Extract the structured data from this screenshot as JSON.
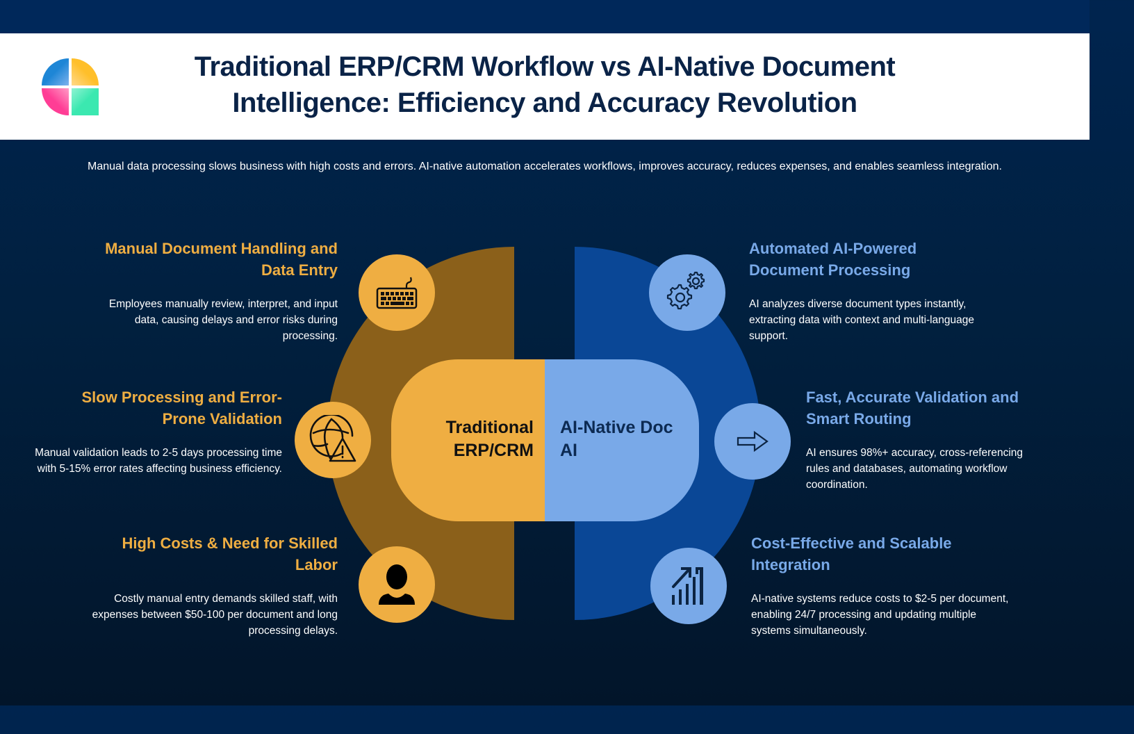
{
  "header": {
    "title_line1": "Traditional ERP/CRM Workflow vs AI-Native Document",
    "title_line2": "Intelligence: Efficiency and Accuracy Revolution",
    "logo_icon": "four-quadrant-logo-icon"
  },
  "subtitle": "Manual data processing slows business with high costs and errors. AI-native automation accelerates workflows, improves accuracy, reduces expenses, and enables seamless integration.",
  "center": {
    "left_label_line1": "Traditional",
    "left_label_line2": "ERP/CRM",
    "right_label_line1": "AI-Native Doc",
    "right_label_line2": "AI"
  },
  "colors": {
    "navy": "#00285a",
    "gold": "#efae42",
    "dark_gold": "#8b601a",
    "light_blue": "#79a9e8",
    "royal_blue": "#0a4796",
    "title_text": "#0a2347"
  },
  "traditional": [
    {
      "title_line1": "Manual Document Handling and",
      "title_line2": "Data Entry",
      "description": "Employees manually review, interpret, and input data, causing delays and error risks during processing.",
      "icon": "keyboard-icon"
    },
    {
      "title_line1": "Slow Processing and Error-",
      "title_line2": "Prone Validation",
      "description": "Manual validation leads to 2-5 days processing time with 5-15% error rates affecting business efficiency.",
      "icon": "globe-warning-icon"
    },
    {
      "title_line1": "High Costs & Need for Skilled",
      "title_line2": "Labor",
      "description": "Costly manual entry demands skilled staff, with expenses between $50-100 per document and long processing delays.",
      "icon": "person-icon"
    }
  ],
  "ai_native": [
    {
      "title_line1": "Automated AI-Powered",
      "title_line2": "Document Processing",
      "description": "AI analyzes diverse document types instantly, extracting data with context and multi-language support.",
      "icon": "gears-icon"
    },
    {
      "title_line1": "Fast, Accurate Validation and",
      "title_line2": "Smart Routing",
      "description": "AI ensures 98%+ accuracy, cross-referencing rules and databases, automating workflow coordination.",
      "icon": "arrow-right-icon"
    },
    {
      "title_line1": "Cost-Effective and Scalable",
      "title_line2": "Integration",
      "description": "AI-native systems reduce costs to $2-5 per document, enabling 24/7 processing and updating multiple systems simultaneously.",
      "icon": "growth-chart-icon"
    }
  ]
}
